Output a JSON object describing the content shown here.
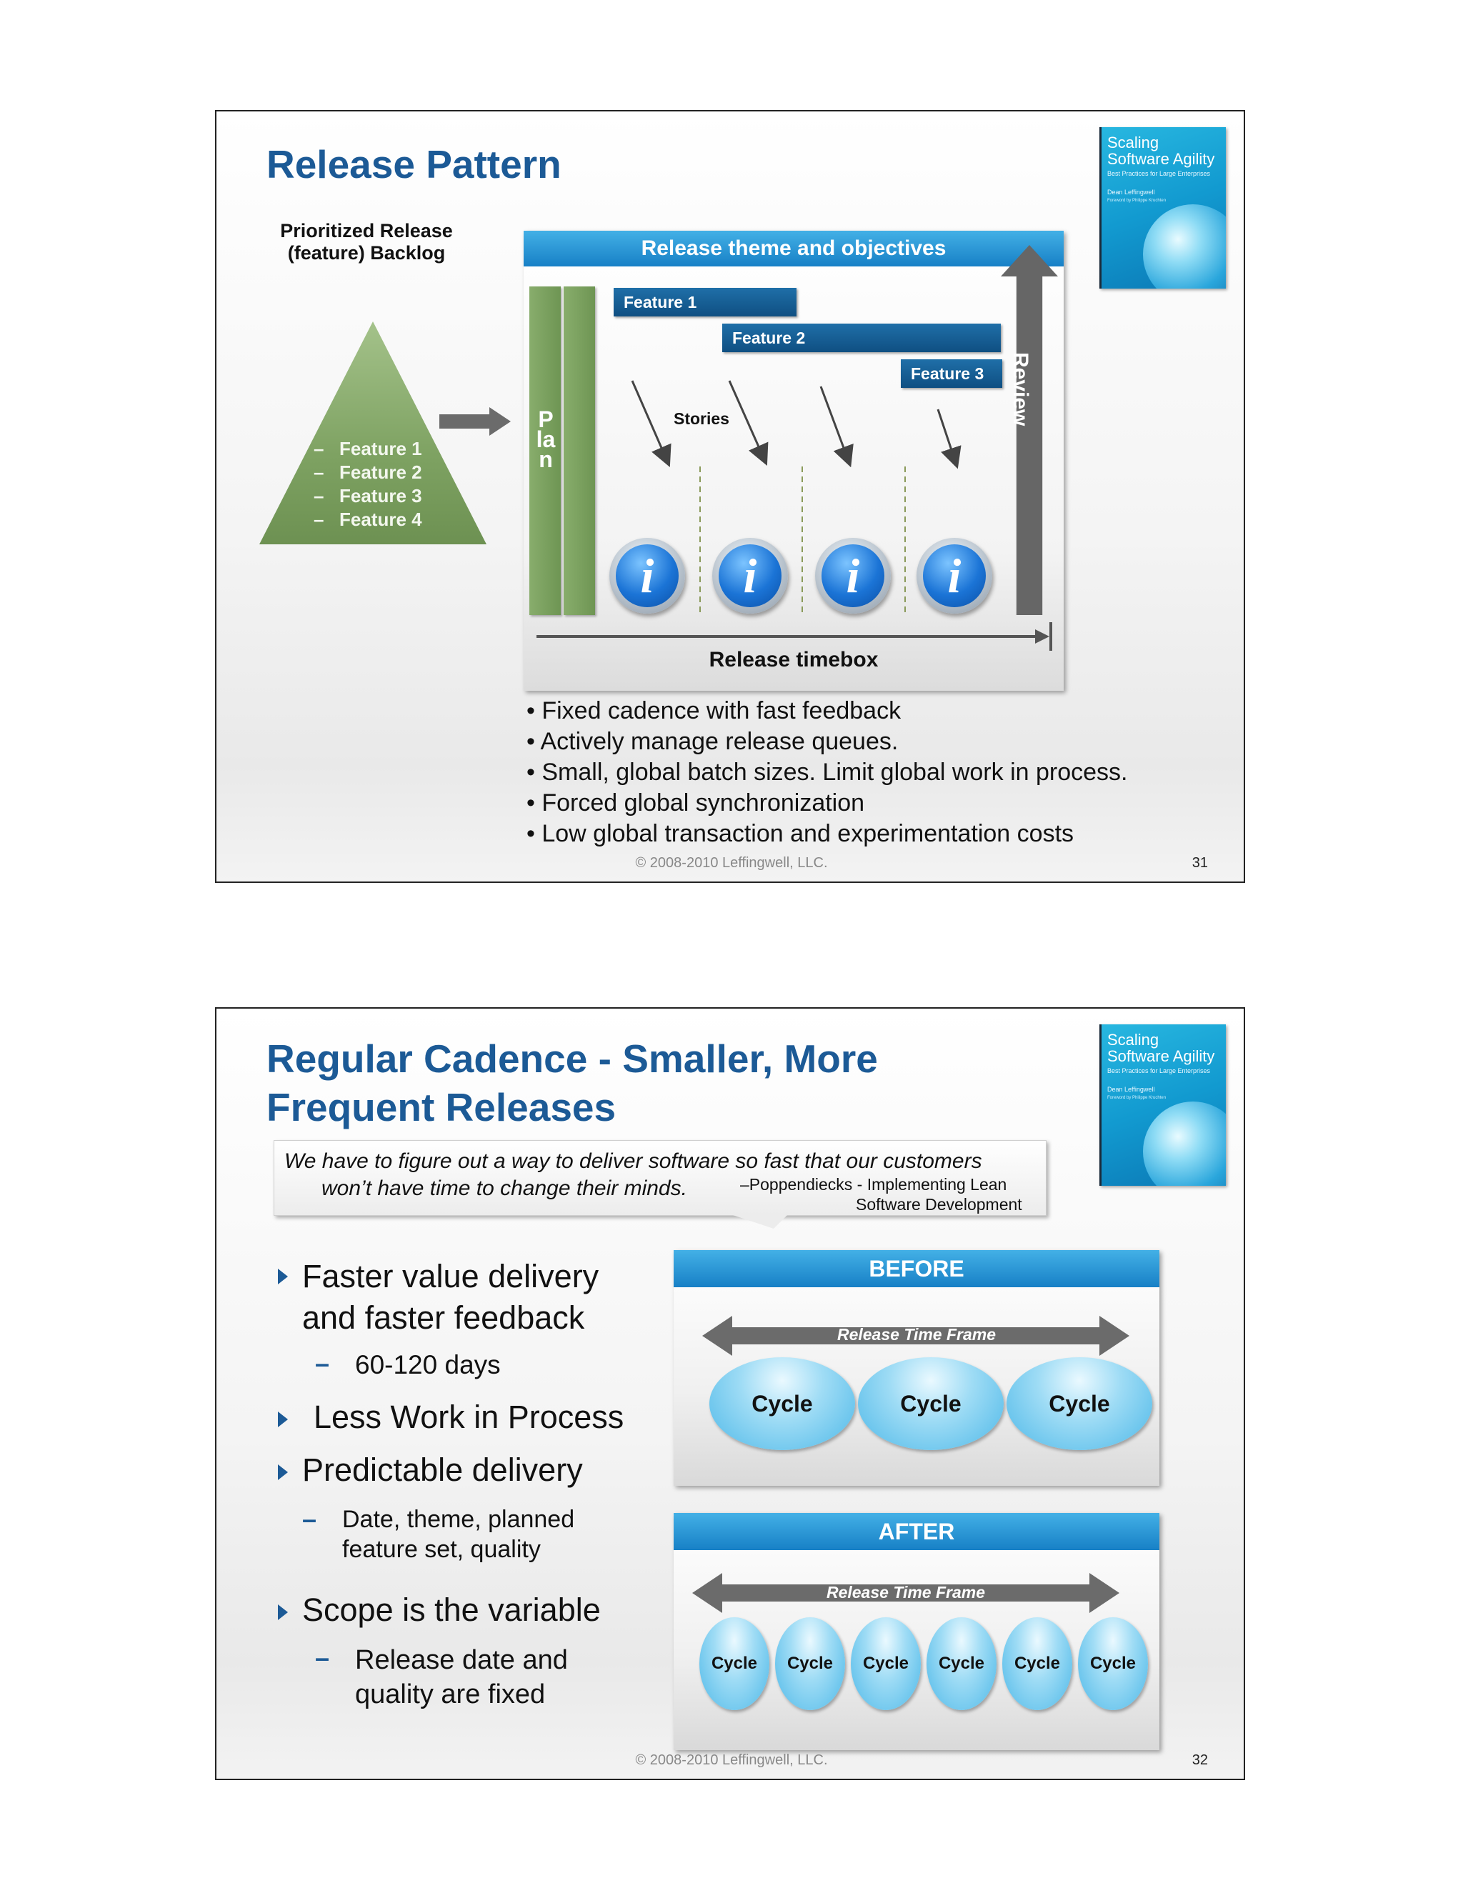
{
  "slide1": {
    "title": "Release Pattern",
    "backlog_label": "Prioritized Release (feature) Backlog",
    "pyramid_items": [
      "Feature 1",
      "Feature 2",
      "Feature 3",
      "Feature 4"
    ],
    "pyramid_dash": "–",
    "release_header": "Release theme and objectives",
    "features": [
      "Feature 1",
      "Feature 2",
      "Feature 3"
    ],
    "plan_label": "Plan",
    "stories_label": "Stories",
    "info_glyph": "i",
    "review_label": "Review",
    "timebox_label": "Release timebox",
    "bullets": [
      "• Fixed cadence with fast feedback",
      "• Actively manage release queues.",
      "• Small, global batch sizes. Limit global work in process.",
      "• Forced global synchronization",
      "• Low global transaction and experimentation costs"
    ],
    "footer": "© 2008-2010 Leffingwell, LLC.",
    "page_number": "31"
  },
  "slide2": {
    "title_line1": "Regular Cadence - Smaller, More",
    "title_line2": "Frequent Releases",
    "quote_line1": "We have to figure out a way to deliver software so fast that our customers",
    "quote_line2": "won’t have time to change their minds.",
    "quote_attr_line1": "–Poppendiecks - Implementing Lean",
    "quote_attr_line2": "Software Development",
    "bullets": {
      "b1_line1": "Faster value delivery",
      "b1_line2": "and faster feedback",
      "b1_sub": "60-120 days",
      "b2": "Less Work in Process",
      "b3": "Predictable delivery",
      "b3_sub_line1": "Date, theme, planned",
      "b3_sub_line2": "feature set, quality",
      "b4": "Scope is the variable",
      "b4_sub_line1": "Release date and",
      "b4_sub_line2": "quality are fixed",
      "dash": "–"
    },
    "before": {
      "header": "BEFORE",
      "timeframe": "Release Time Frame",
      "cycles": [
        "Cycle",
        "Cycle",
        "Cycle"
      ]
    },
    "after": {
      "header": "AFTER",
      "timeframe": "Release Time Frame",
      "cycles": [
        "Cycle",
        "Cycle",
        "Cycle",
        "Cycle",
        "Cycle",
        "Cycle"
      ]
    },
    "footer": "© 2008-2010 Leffingwell, LLC.",
    "page_number": "32"
  },
  "book": {
    "title_line1": "Scaling",
    "title_line2": "Software Agility",
    "subtitle": "Best Practices for Large Enterprises",
    "author": "Dean Leffingwell",
    "foreword": "Foreword by Philippe Kruchten"
  },
  "colors": {
    "title_blue": "#1c5a96",
    "header_blue": "#1780c6",
    "feature_bar": "#1f6fa8",
    "plan_green": "#7ea262",
    "review_gray": "#666666"
  }
}
